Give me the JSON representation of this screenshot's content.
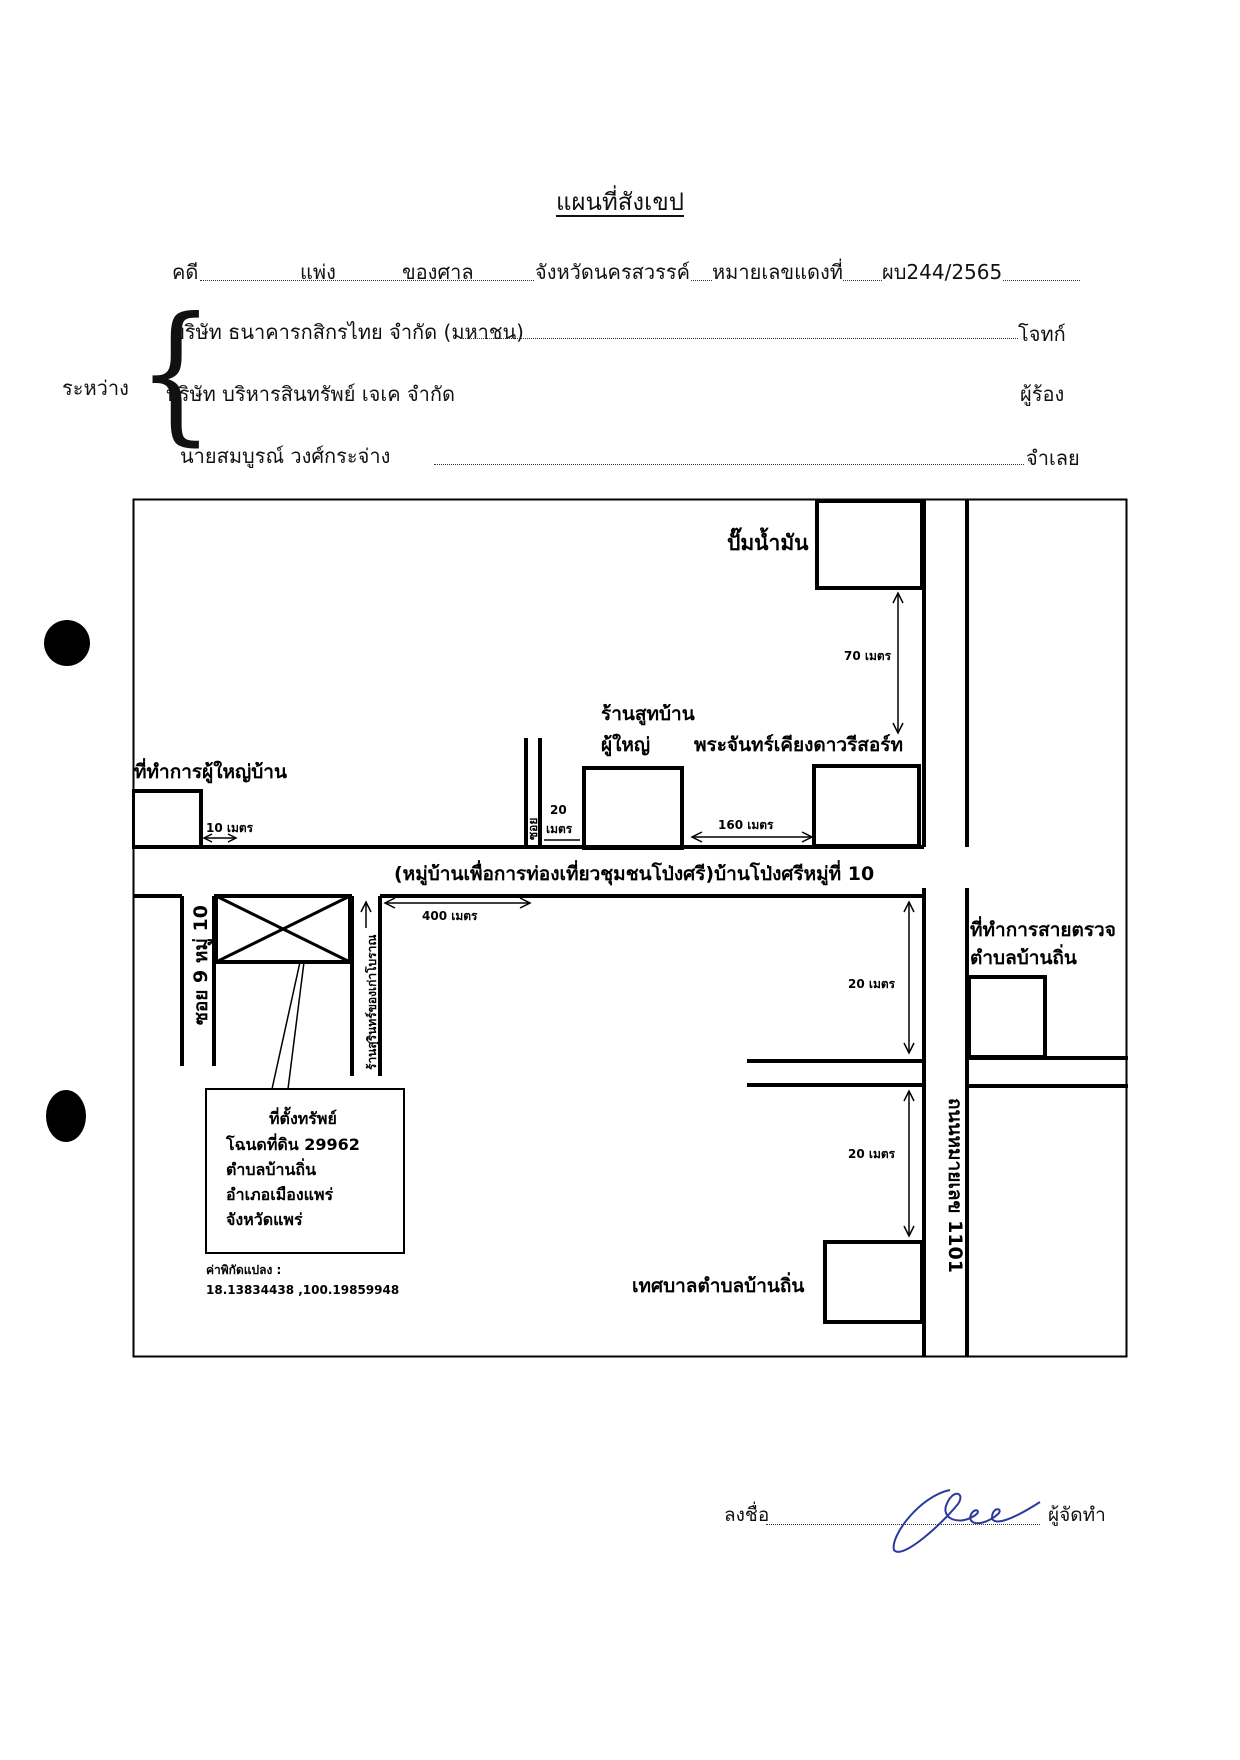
{
  "document": {
    "title": "แผนที่สังเขป",
    "case_row": {
      "case_label": "คดี",
      "case_type": "แพ่ง",
      "court_label": "ของศาล",
      "court_name": "จังหวัดนครสวรรค์",
      "red_no_label": "หมายเลขแดงที่",
      "red_no": "ผบ244/2565"
    },
    "between_label": "ระหว่าง",
    "parties": [
      {
        "name": "บริษัท ธนาคารกสิกรไทย จำกัด (มหาชน)",
        "role": "โจทก์"
      },
      {
        "name": "บริษัท บริหารสินทรัพย์ เจเค จำกัด",
        "role": "ผู้ร้อง"
      },
      {
        "name": "นายสมบูรณ์ วงศ์กระจ่าง",
        "role": "จำเลย"
      }
    ],
    "signature": {
      "sign_label": "ลงชื่อ",
      "role": "ผู้จัดทำ"
    }
  },
  "map": {
    "gas_station": "ปั๊มน้ำมัน",
    "dist_70": "70 เมตร",
    "shop_label_line1": "ร้านสูทบ้าน",
    "shop_label_line2": "ผู้ใหญ่",
    "resort": "พระจันทร์เคียงดาวรีสอร์ท",
    "headman_office": "ที่ทำการผู้ใหญ่บ้าน",
    "dist_10": "10 เมตร",
    "soi_small": "ซอย",
    "dist_20_num": "20",
    "dist_20_unit": "เมตร",
    "dist_160": "160 เมตร",
    "main_road": "(หมู่บ้านเพื่อการท่องเที่ยวชุมชนโป่งศรี)บ้านโป่งศรีหมู่ที่ 10",
    "dist_400": "400 เมตร",
    "soi_9": "ซอย 9 หมู่ 10",
    "antique_shop": "ร้านสุรินทร์ของเก่าโบราณ",
    "police_line1": "ที่ทำการสายตรวจ",
    "police_line2": "ตำบลบ้านถิ่น",
    "dist_20_a": "20 เมตร",
    "dist_20_b": "20 เมตร",
    "highway": "ถนนหมายเลข 1101",
    "property": {
      "line1": "ที่ตั้งทรัพย์",
      "line2": "โฉนดที่ดิน 29962",
      "line3": "ตำบลบ้านถิ่น",
      "line4": "อำเภอเมืองแพร่",
      "line5": "จังหวัดแพร่"
    },
    "coord_label": "ค่าพิกัดแปลง :",
    "coord_value": "18.13834438 ,100.19859948",
    "municipality": "เทศบาลตำบลบ้านถิ่น"
  }
}
